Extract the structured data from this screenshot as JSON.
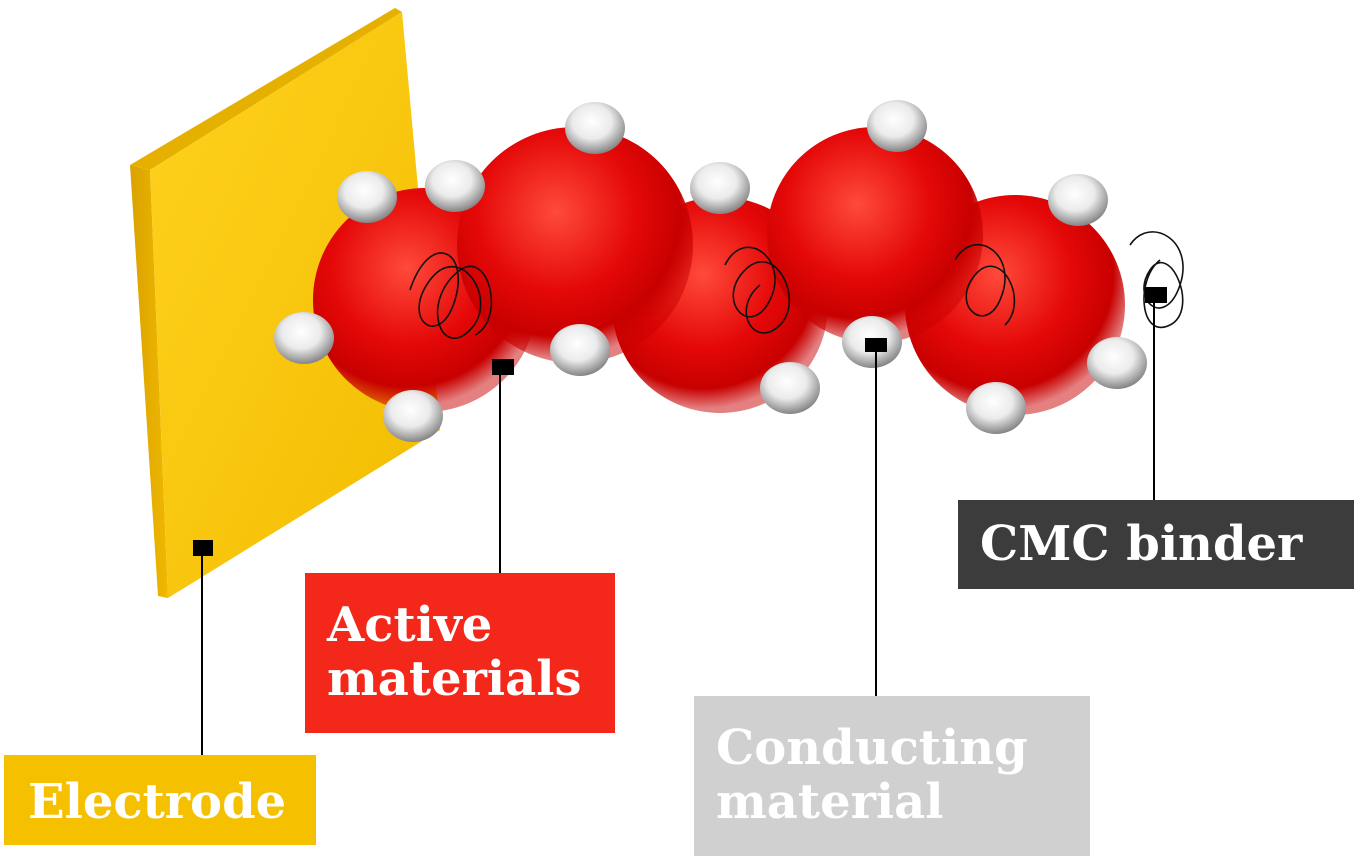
{
  "labels": {
    "electrode": "Electrode",
    "active_line1": "Active",
    "active_line2": "materials",
    "conducting_line1": "Conducting",
    "conducting_line2": "material",
    "cmc": "CMC binder"
  },
  "colors": {
    "electrode": "#f5c000",
    "active": "#f4281a",
    "conducting": "#d0d0d0",
    "cmc": "#3c3c3c",
    "sphere_red": "#e10000",
    "sphere_white": "#e8e8e8",
    "connector": "#000000"
  }
}
